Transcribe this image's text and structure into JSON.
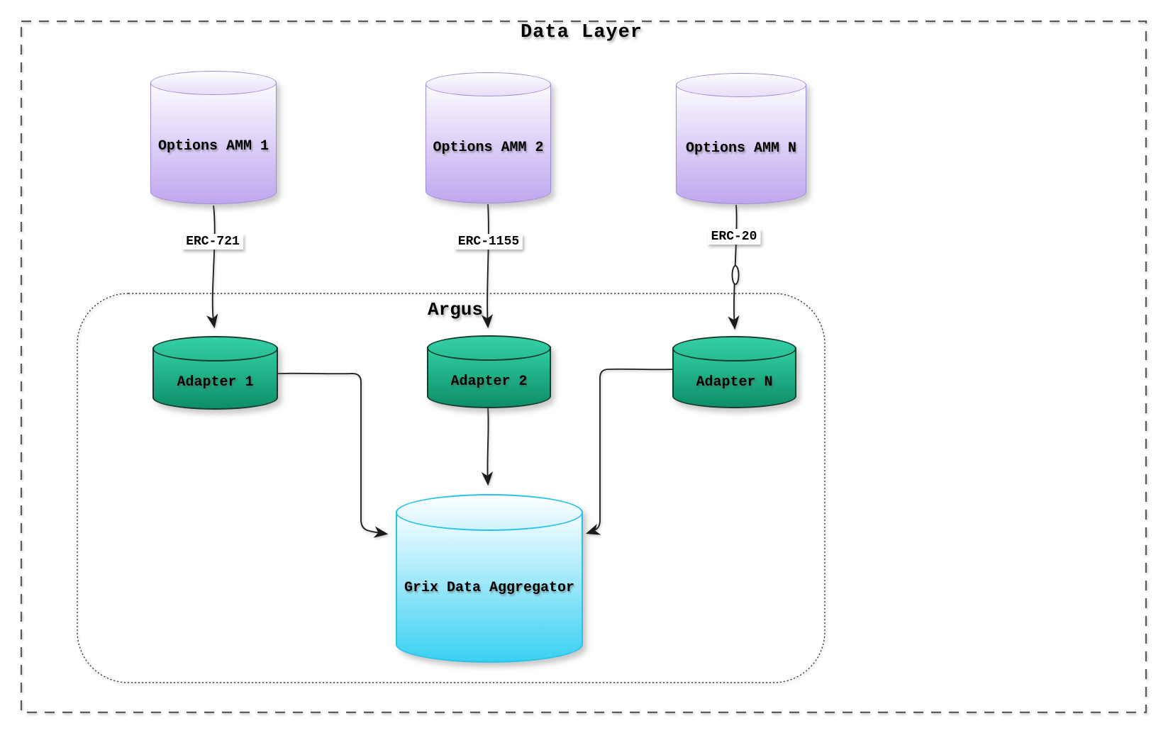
{
  "diagram": {
    "title": "Data Layer",
    "group": {
      "title": "Argus"
    },
    "nodes": {
      "amm1": {
        "label": "Options AMM 1"
      },
      "amm2": {
        "label": "Options AMM 2"
      },
      "ammn": {
        "label": "Options AMM N"
      },
      "adapter1": {
        "label": "Adapter 1"
      },
      "adapter2": {
        "label": "Adapter 2"
      },
      "adaptern": {
        "label": "Adapter N"
      },
      "aggregator": {
        "label": "Grix Data Aggregator"
      }
    },
    "edge_labels": {
      "erc721": "ERC-721",
      "erc1155": "ERC-1155",
      "erc20": "ERC-20"
    },
    "colors": {
      "amm_top": "#f9f7fe",
      "amm_bottom": "#bfa7ef",
      "amm_stroke": "#a18ad6",
      "adapter_top": "#2ec89d",
      "adapter_bottom": "#0e8e69",
      "adapter_stroke": "#173a2d",
      "aggregator_top": "#f0fbff",
      "aggregator_bottom": "#3ad0f2",
      "aggregator_stroke": "#27c3e8",
      "outer_border": "#5b5b5b",
      "inner_border": "#3c3c3c",
      "connector": "#1a1a1a",
      "text": "#000000"
    }
  }
}
